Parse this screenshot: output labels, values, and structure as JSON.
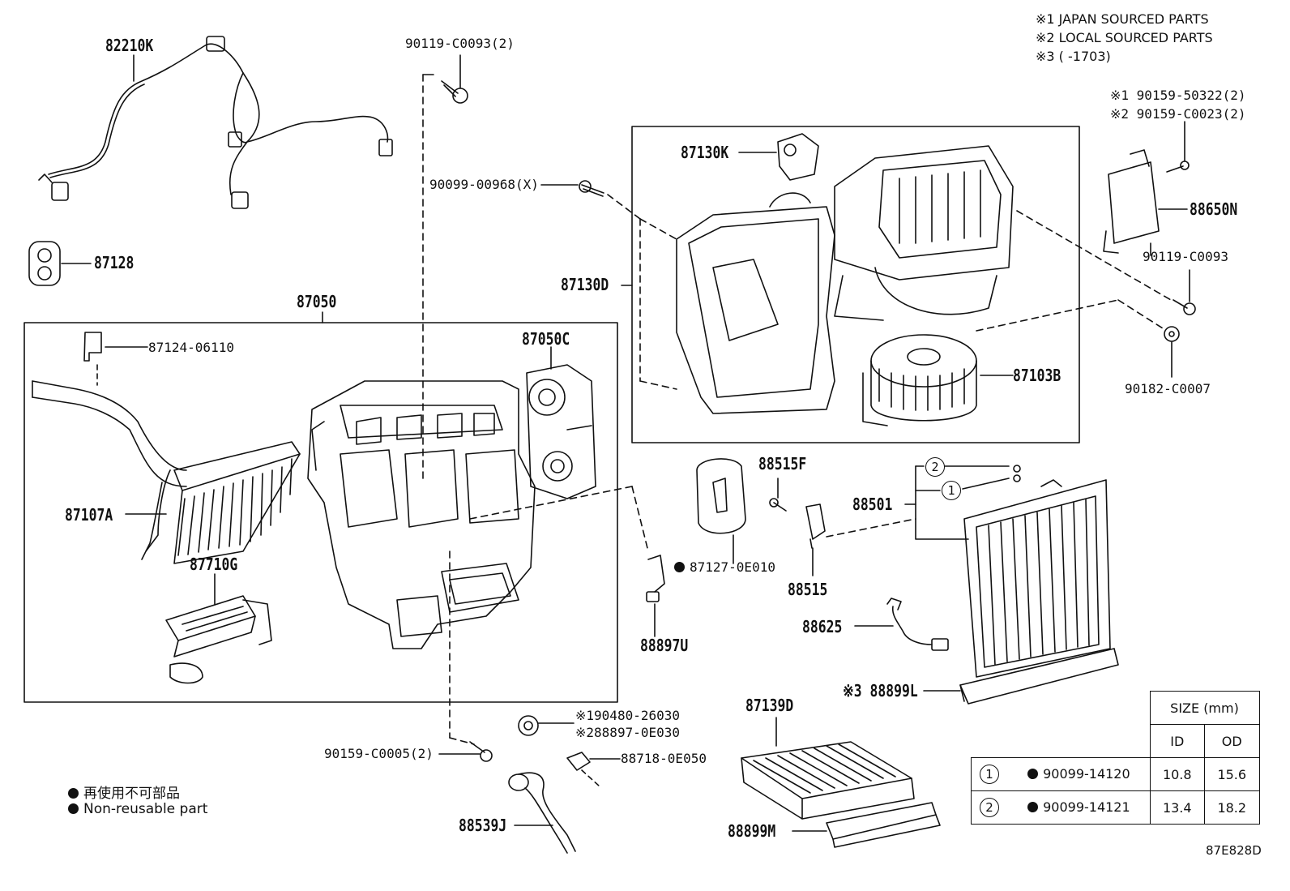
{
  "notes": {
    "japan": "※1 JAPAN SOURCED PARTS",
    "local": "※2 LOCAL SOURCED PARTS",
    "range": "※3 (      -1703)"
  },
  "labels": {
    "p82210K": "82210K",
    "p87128": "87128",
    "p87050": "87050",
    "p87124": "87124-06110",
    "p87107A": "87107A",
    "p87710G": "87710G",
    "p87050C": "87050C",
    "p90119_c0093_2": "90119-C0093(2)",
    "p90099": "90099-00968(X)",
    "p87130K": "87130K",
    "p87130D": "87130D",
    "p87103B": "87103B",
    "p90159_50322": "※1 90159-50322(2)",
    "p90159_c0023": "※2 90159-C0023(2)",
    "p88650N": "88650N",
    "p90119_c0093": "90119-C0093",
    "p90182": "90182-C0007",
    "p88515F": "88515F",
    "p87127": "87127-0E010",
    "p88515": "88515",
    "p88501": "88501",
    "p88897U": "88897U",
    "p88625": "88625",
    "p88899L": "※3 88899L",
    "p190480": "※190480-26030",
    "p288897": "※288897-0E030",
    "p90159_c0005": "90159-C0005(2)",
    "p88718": "88718-0E050",
    "p87139D": "87139D",
    "p88539J": "88539J",
    "p88899M": "88899M",
    "circle1": "1",
    "circle2": "2"
  },
  "legend": {
    "jp": "再使用不可部品",
    "en": "Non-reusable part"
  },
  "size_table": {
    "header": "SIZE (mm)",
    "col_id": "ID",
    "col_od": "OD",
    "rows": [
      {
        "no": "1",
        "part": "90099-14120",
        "id": "10.8",
        "od": "15.6"
      },
      {
        "no": "2",
        "part": "90099-14121",
        "id": "13.4",
        "od": "18.2"
      }
    ]
  },
  "diagram_code": "87E828D"
}
